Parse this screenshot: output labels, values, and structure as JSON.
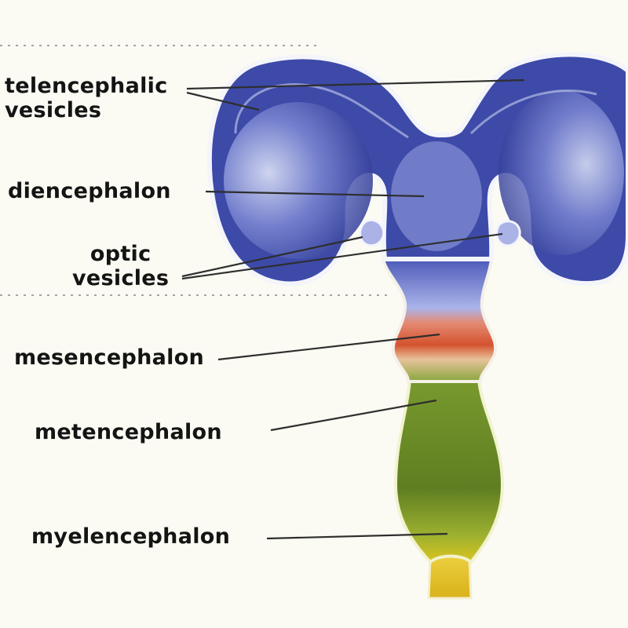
{
  "labels": {
    "telencephalic": [
      "telencephalic",
      "vesicles"
    ],
    "diencephalon": "diencephalon",
    "optic": [
      "optic",
      "vesicles"
    ],
    "mesencephalon": "mesencephalon",
    "metencephalon": "metencephalon",
    "myelencephalon": "myelencephalon"
  },
  "colors": {
    "background": "#fbfbf4",
    "telencephalon_blue": "#2e3a9c",
    "diencephalon_blue": "#6f7fd0",
    "mesencephalon_red": "#d8573b",
    "metencephalon_green": "#6f8f2a",
    "myelencephalon_yellow": "#e2c21e",
    "leader_line": "#333333",
    "dotted_line": "#999999"
  }
}
